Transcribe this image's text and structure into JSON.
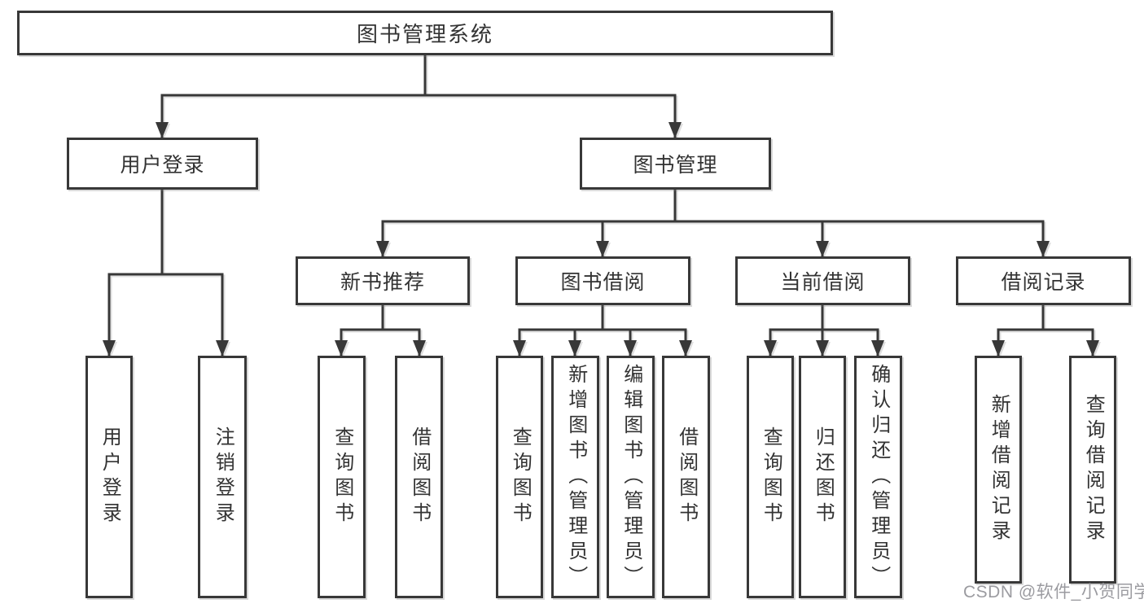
{
  "title": "图书管理系统",
  "level2": {
    "user_login": "用户登录",
    "book_management": "图书管理"
  },
  "level3": {
    "new_books": "新书推荐",
    "book_borrowing": "图书借阅",
    "current_borrowing": "当前借阅",
    "borrowing_records": "借阅记录"
  },
  "leaves": {
    "user_login": [
      "用户登录",
      "注销登录"
    ],
    "new_books": [
      "查询图书",
      "借阅图书"
    ],
    "book_borrowing": [
      "查询图书",
      "新增图书（管理员）",
      "编辑图书（管理员）",
      "借阅图书"
    ],
    "current_borrowing": [
      "查询图书",
      "归还图书",
      "确认归还（管理员）"
    ],
    "borrowing_records": [
      "新增借阅记录",
      "查询借阅记录"
    ]
  },
  "watermark": "CSDN @软件_小贺同学",
  "colors": {
    "line": "#383838",
    "text": "#333333",
    "watermark": "#9b9ba0",
    "background": "#ffffff"
  }
}
